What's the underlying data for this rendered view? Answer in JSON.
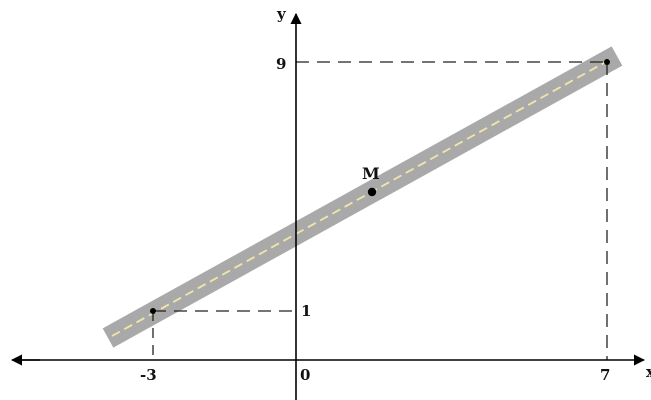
{
  "axes": {
    "x_label": "x",
    "y_label": "y",
    "origin_label": "0"
  },
  "ticks": {
    "x_left": "-3",
    "x_right": "7",
    "y_low": "1",
    "y_high": "9"
  },
  "point_m": {
    "label": "M"
  },
  "colors": {
    "road": "#a9a9a9",
    "road_centerline": "#f0e6a8",
    "axis": "#000000",
    "guide": "#222222"
  }
}
